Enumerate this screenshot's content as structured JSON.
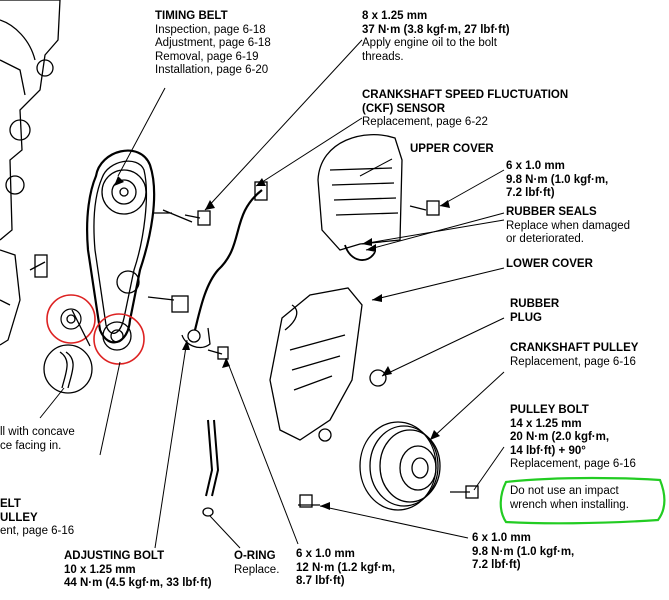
{
  "labels": {
    "timing_belt": {
      "title": "TIMING BELT",
      "lines": [
        "Inspection, page 6-18",
        "Adjustment, page 6-18",
        "Removal, page 6-19",
        "Installation, page 6-20"
      ]
    },
    "top_bolt": {
      "spec": "8 x 1.25 mm",
      "torque": "37 N·m (3.8 kgf·m, 27 lbf·ft)",
      "lines": [
        "Apply engine oil to the bolt",
        "threads."
      ]
    },
    "ckf_sensor": {
      "title_lines": [
        "CRANKSHAFT SPEED FLUCTUATION",
        "(CKF) SENSOR"
      ],
      "lines": [
        "Replacement, page 6-22"
      ]
    },
    "upper_cover": {
      "title": "UPPER COVER"
    },
    "upper_cover_bolt": {
      "spec": "6 x 1.0 mm",
      "torque_lines": [
        "9.8 N·m (1.0 kgf·m,",
        "7.2 lbf·ft)"
      ]
    },
    "rubber_seals": {
      "title": "RUBBER SEALS",
      "lines": [
        "Replace when damaged",
        "or deteriorated."
      ]
    },
    "lower_cover": {
      "title": "LOWER COVER"
    },
    "rubber_plug": {
      "title_lines": [
        "RUBBER",
        "PLUG"
      ]
    },
    "crankshaft_pulley": {
      "title": "CRANKSHAFT PULLEY",
      "lines": [
        "Replacement, page 6-16"
      ]
    },
    "pulley_bolt": {
      "title": "PULLEY BOLT",
      "spec": "14 x 1.25 mm",
      "torque_lines": [
        "20 N·m (2.0 kgf·m,",
        "14 lbf·ft) + 90°"
      ],
      "lines": [
        "Replacement, page 6-16"
      ]
    },
    "handwritten_note": {
      "lines": [
        "Do not use an impact",
        "wrench when installing."
      ]
    },
    "bottom_bolt": {
      "spec": "6 x 1.0 mm",
      "torque_lines": [
        "9.8 N·m (1.0 kgf·m,",
        "7.2 lbf·ft)"
      ]
    },
    "adjusting_bolt": {
      "title": "ADJUSTING BOLT",
      "spec": "10 x 1.25 mm",
      "torque": "44 N·m (4.5 kgf·m, 33 lbf·ft)"
    },
    "o_ring": {
      "title": "O-RING",
      "lines": [
        "Replace."
      ]
    },
    "dipstick_bolt": {
      "spec": "6 x 1.0 mm",
      "torque_lines": [
        "12 N·m (1.2 kgf·m,",
        "8.7 lbf·ft)"
      ]
    },
    "left_partial_note": {
      "lines": [
        "ll with concave",
        "ce facing in."
      ]
    },
    "left_partial_belt": {
      "lines": [
        "ELT",
        "ULLEY",
        "ent, page 6-16"
      ]
    }
  },
  "colors": {
    "note_outline": "#22cc22",
    "circle_highlight": "#dd2222"
  }
}
